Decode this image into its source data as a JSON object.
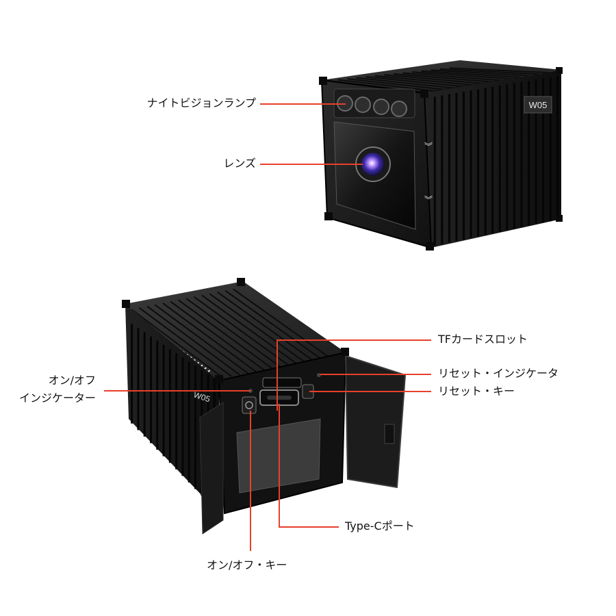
{
  "product": {
    "model_badge": "W05",
    "side_badge": "W05"
  },
  "callouts": {
    "night_vision_lamp": "ナイトビジョンランプ",
    "lens": "レンズ",
    "tf_card_slot": "TFカードスロット",
    "reset_indicator": "リセット・インジケータ",
    "reset_key": "リセット・キー",
    "power_indicator_line1": "オン/オフ",
    "power_indicator_line2": "インジケーター",
    "type_c_port": "Type-Cポート",
    "power_key": "オン/オフ・キー"
  },
  "colors": {
    "leader_line": "#e8402a",
    "body_dark": "#141414",
    "body_mid": "#2a2a2a",
    "background": "#ffffff"
  }
}
